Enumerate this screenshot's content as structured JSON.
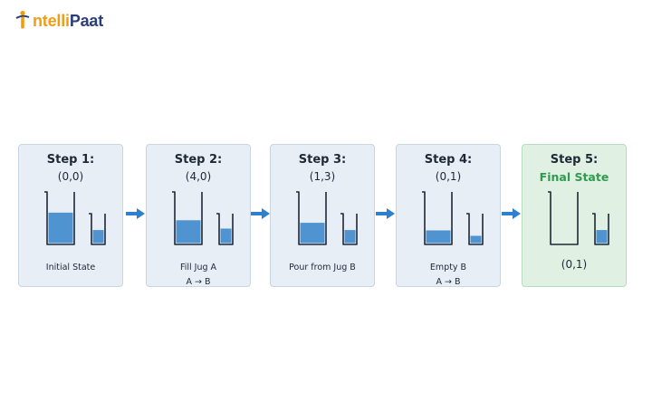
{
  "brand": {
    "logo_prefix": "ntelli",
    "logo_suffix": "Paat",
    "logo_icon": "person-i-icon"
  },
  "colors": {
    "card_bg": "#e7eef6",
    "final_bg": "#e0f1e4",
    "water": "#4f93d1",
    "arrow": "#2f7fd0",
    "final_text": "#2e9b4f"
  },
  "steps": [
    {
      "title": "Step 1:",
      "state": "(0,0)",
      "caption": "Initial State",
      "caption2": "",
      "jug_a_fill": 0.6,
      "jug_b_fill": 0.45
    },
    {
      "title": "Step 2:",
      "state": "(4,0)",
      "caption": "Fill Jug A",
      "caption2": "A → B",
      "jug_a_fill": 0.45,
      "jug_b_fill": 0.5
    },
    {
      "title": "Step 3:",
      "state": "(1,3)",
      "caption": "Pour from Jug B",
      "caption2": "",
      "jug_a_fill": 0.4,
      "jug_b_fill": 0.45
    },
    {
      "title": "Step 4:",
      "state": "(0,1)",
      "caption": "Empty B",
      "caption2": "A → B",
      "jug_a_fill": 0.25,
      "jug_b_fill": 0.25
    },
    {
      "title": "Step 5:",
      "state": "Final State",
      "caption": "(0,1)",
      "caption2": "",
      "jug_a_fill": 0.0,
      "jug_b_fill": 0.45
    }
  ]
}
